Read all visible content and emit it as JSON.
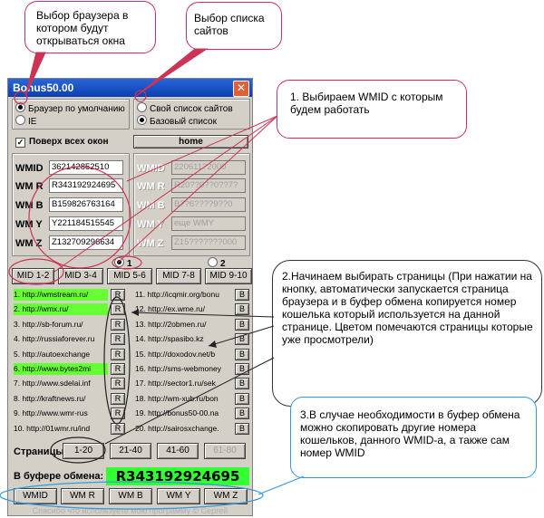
{
  "window": {
    "title": "Bonus50.00",
    "browser_default": "Браузер по умолчанию",
    "browser_ie": "IE",
    "list_own": "Свой список сайтов",
    "list_base": "Базовый список",
    "on_top": "Поверх всех окон",
    "home": "home",
    "selected_group": "1",
    "group2": "2"
  },
  "wm_left": [
    {
      "label": "WMID",
      "value": "362142852510"
    },
    {
      "label": "WM R",
      "value": "R343192924695"
    },
    {
      "label": "WM B",
      "value": "B159826763164"
    },
    {
      "label": "WM Y",
      "value": "Y221184515545"
    },
    {
      "label": "WM Z",
      "value": "Z132709296634"
    }
  ],
  "wm_right": [
    {
      "label": "WMID",
      "value": "220611?2000"
    },
    {
      "label": "WM R",
      "value": "R20??0??0??7?"
    },
    {
      "label": "WM B",
      "value": "B??6????9??0"
    },
    {
      "label": "WM Y",
      "value": "еще WMY"
    },
    {
      "label": "WM Z",
      "value": "Z15???????000"
    }
  ],
  "mid_buttons": [
    "MID 1-2",
    "MID 3-4",
    "MID 5-6",
    "MID 7-8",
    "MID 9-10"
  ],
  "sites_left": [
    {
      "text": "1. http://wmstream.ru/",
      "visited": true
    },
    {
      "text": "2. http://wmx.ru/",
      "visited": true
    },
    {
      "text": "3. http://sb-forum.ru/",
      "visited": false
    },
    {
      "text": "4. http://russiaforever.ru",
      "visited": false
    },
    {
      "text": "5. http://autoexchange",
      "visited": false
    },
    {
      "text": "6. http://www.bytes2mi",
      "visited": true
    },
    {
      "text": "7. http://www.sdelai.inf",
      "visited": false
    },
    {
      "text": "8. http://kraftnews.ru/",
      "visited": false
    },
    {
      "text": "9. http://www.wmr-rus",
      "visited": false
    },
    {
      "text": "10. http://01wmr.ru/ind",
      "visited": false
    }
  ],
  "sites_right": [
    "11. http://icqmir.org/bonu",
    "12. http://ex.wme.ru/",
    "13. http://2obmen.ru/",
    "14. http://spasibo.kz",
    "15. http://doxodov.net/b",
    "16. http://sms-webmoney",
    "17. http://sector1.ru/sek",
    "18. http://wm-xub.ru/bon",
    "19. http://bonus50-00.na",
    "20. http://sairosxchange."
  ],
  "row_btn_left": "R",
  "row_btn_right": "B",
  "pages_label": "Страницы:",
  "pages": [
    "1-20",
    "21-40",
    "41-60",
    "61-80"
  ],
  "buffer_label": "В буфере обмена:",
  "buffer_value": "R343192924695",
  "copy_buttons": [
    "WMID",
    "WM R",
    "WM B",
    "WM Y",
    "WM Z"
  ],
  "footer": "Спасибо что используете мою программу © Сергей",
  "callouts": {
    "browser": "Выбор браузера в котором будут открываться окна",
    "list": "Выбор списка сайтов",
    "step1": "1. Выбираем WMID с которым будем работать",
    "step2": "2.Начинаем выбирать страницы (При нажатии на кнопку, автоматически запускается страница браузера и в буфер обмена копируется номер кошелька который используется на данной странице. Цветом помечаются страницы которые уже просмотрели)",
    "step3": "3.В случае необходимости в буфер обмена можно скопировать другие номера кошельков, данного WMID-а, а также сам номер WMID"
  },
  "colors": {
    "visited": "#66ff33",
    "buffer": "#33ff33",
    "callout_red": "#cc3355",
    "callout_blue": "#3399dd",
    "title_bar": "#0a3fb0"
  }
}
